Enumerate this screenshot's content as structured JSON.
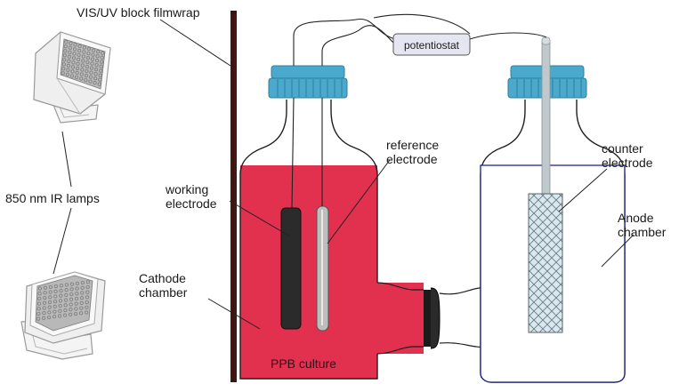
{
  "labels": {
    "filmwrap": "VIS/UV block filmwrap",
    "lamps": "850 nm IR lamps",
    "potentiostat": "potentiostat",
    "reference_line1": "reference",
    "reference_line2": "electrode",
    "working_line1": "working",
    "working_line2": "electrode",
    "cathode_line1": "Cathode",
    "cathode_line2": "chamber",
    "culture": "PPB culture",
    "counter_line1": "counter",
    "counter_line2": "electrode",
    "anode_line1": "Anode",
    "anode_line2": "chamber"
  },
  "colors": {
    "culture_red": "#e2304f",
    "cap_blue": "#4aa9cc",
    "film_brown": "#3a1410",
    "anode_outline": "#1c1c8c",
    "mesh_fill": "#cfe4ea",
    "lamp_led": "#9a9a9a"
  },
  "icons": [
    "ir-lamp-icon",
    "ir-lamp-icon"
  ]
}
